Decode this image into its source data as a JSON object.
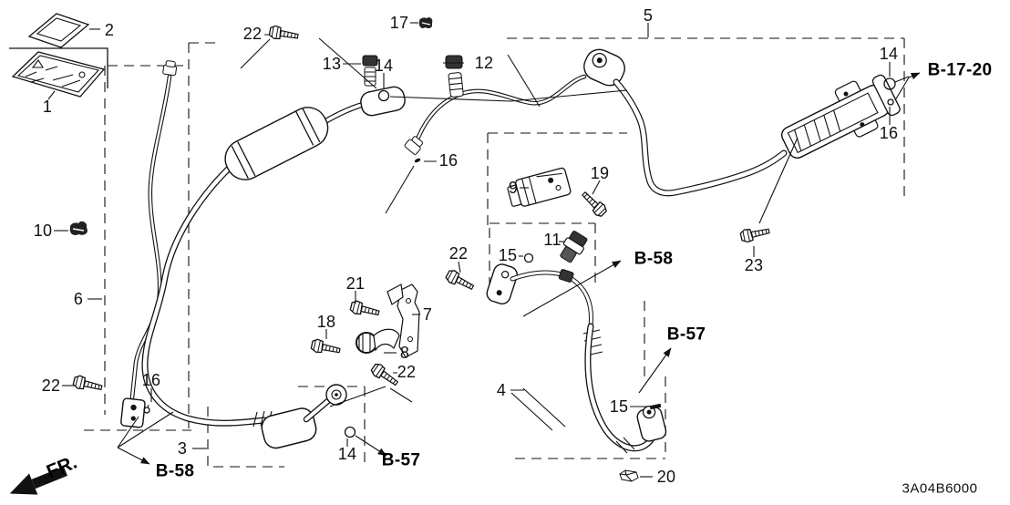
{
  "diagram": {
    "code": "3A04B6000",
    "direction_label": "FR.",
    "background": "#ffffff",
    "line_color": "#111111"
  },
  "callouts": [
    {
      "text": "2"
    },
    {
      "text": "1"
    },
    {
      "text": "22"
    },
    {
      "text": "17"
    },
    {
      "text": "13"
    },
    {
      "text": "14"
    },
    {
      "text": "12"
    },
    {
      "text": "5"
    },
    {
      "text": "14"
    },
    {
      "text": "16"
    },
    {
      "text": "16"
    },
    {
      "text": "9"
    },
    {
      "text": "19"
    },
    {
      "text": "10"
    },
    {
      "text": "6"
    },
    {
      "text": "22"
    },
    {
      "text": "15"
    },
    {
      "text": "11"
    },
    {
      "text": "23"
    },
    {
      "text": "21"
    },
    {
      "text": "18"
    },
    {
      "text": "7"
    },
    {
      "text": "8"
    },
    {
      "text": "22"
    },
    {
      "text": "22"
    },
    {
      "text": "16"
    },
    {
      "text": "4"
    },
    {
      "text": "15"
    },
    {
      "text": "3"
    },
    {
      "text": "14"
    },
    {
      "text": "20"
    }
  ],
  "ref_labels": [
    {
      "text": "B-17-20"
    },
    {
      "text": "B-58"
    },
    {
      "text": "B-57"
    },
    {
      "text": "B-57"
    },
    {
      "text": "B-58"
    }
  ]
}
